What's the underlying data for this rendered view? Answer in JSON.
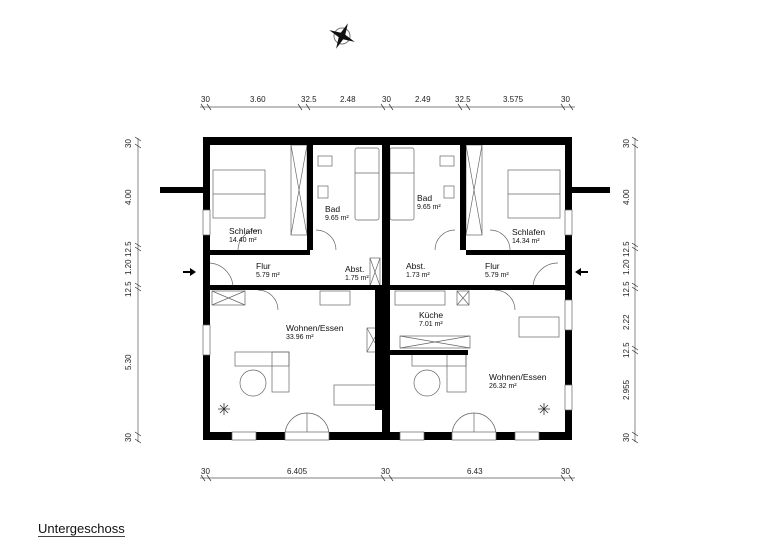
{
  "drawing": {
    "title": "Untergeschoss",
    "north_arrow": "compass-rose-icon",
    "colors": {
      "wall": "#000000",
      "line": "#555555",
      "background": "#ffffff"
    }
  },
  "dimensions": {
    "top": [
      "30",
      "3.60",
      "32.5",
      "2.48",
      "30",
      "2.49",
      "32.5",
      "3.575",
      "30"
    ],
    "bottom": [
      "30",
      "6.405",
      "30",
      "6.43",
      "30"
    ],
    "left": [
      "30",
      "4.00",
      "12.5",
      "1.20",
      "12.5",
      "5.30",
      "30"
    ],
    "right": [
      "30",
      "4.00",
      "12.5",
      "1.20",
      "12.5",
      "2.22",
      "12.5",
      "2.955",
      "30"
    ]
  },
  "rooms": {
    "schlafen_left": {
      "name": "Schlafen",
      "area": "14.40 m²"
    },
    "bad_left": {
      "name": "Bad",
      "area": "9.65 m²"
    },
    "bad_right": {
      "name": "Bad",
      "area": "9.65 m²"
    },
    "schlafen_right": {
      "name": "Schlafen",
      "area": "14.34 m²"
    },
    "flur_left": {
      "name": "Flur",
      "area": "5.79 m²"
    },
    "abst_left": {
      "name": "Abst.",
      "area": "1.75 m²"
    },
    "abst_right": {
      "name": "Abst.",
      "area": "1.73 m²"
    },
    "flur_right": {
      "name": "Flur",
      "area": "5.79 m²"
    },
    "wohnen_left": {
      "name": "Wohnen/Essen",
      "area": "33.96 m²"
    },
    "kueche_right": {
      "name": "Küche",
      "area": "7.01 m²"
    },
    "wohnen_right": {
      "name": "Wohnen/Essen",
      "area": "26.32 m²"
    }
  }
}
